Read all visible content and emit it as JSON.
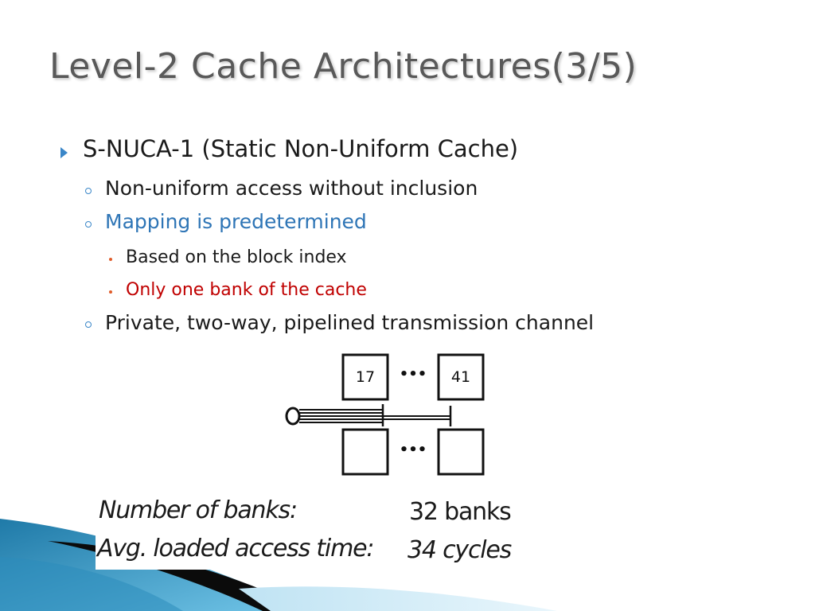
{
  "slide": {
    "title": "Level-2 Cache Architectures(3/5)",
    "bullets": {
      "main": "S-NUCA-1 (Static Non-Uniform Cache)",
      "sub1": "Non-uniform access without inclusion",
      "sub2": "Mapping is predetermined",
      "sub2a": "Based on the block index",
      "sub2b": "Only one bank of the cache",
      "sub3": "Private, two-way, pipelined transmission channel"
    },
    "colors": {
      "title": "#595959",
      "text": "#1a1a1a",
      "highlight_blue": "#2e75b6",
      "highlight_red": "#c00000",
      "bullet_accent": "#3a86c8"
    },
    "diagram": {
      "bank_first": "17",
      "bank_last": "41",
      "ellipsis_top": "•••",
      "ellipsis_bottom": "•••"
    },
    "stats": {
      "banks_label": "Number of banks:",
      "banks_value": "32 banks",
      "access_label": "Avg. loaded access time:",
      "access_value": "34 cycles"
    }
  }
}
